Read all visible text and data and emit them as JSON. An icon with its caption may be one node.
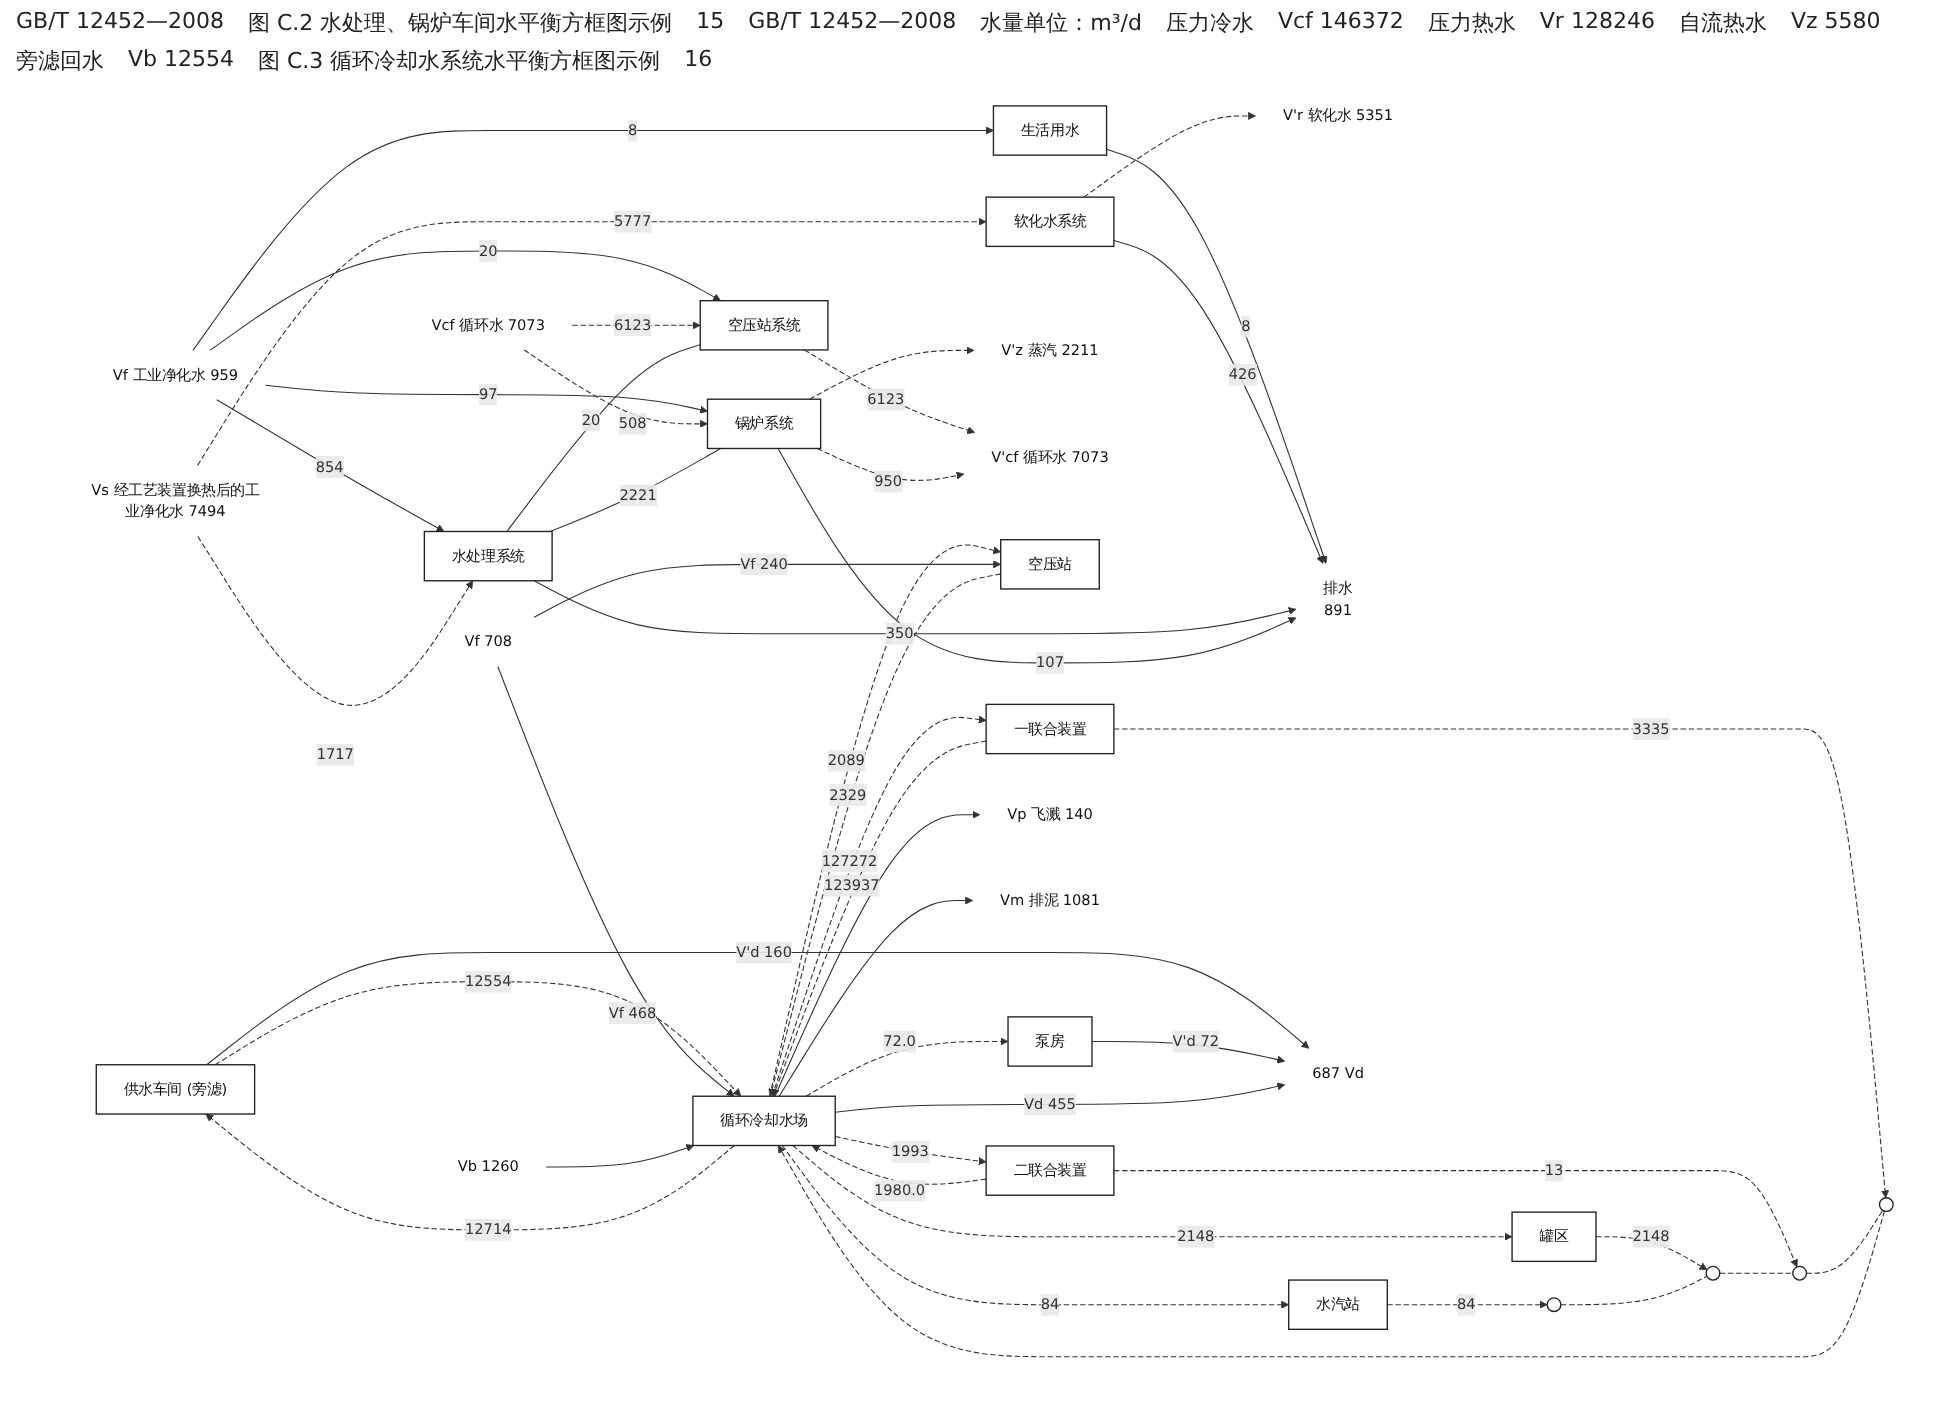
{
  "diagram": {
    "nodes": [
      {
        "text": [
          "生活用水"
        ]
      },
      {
        "text": [
          "软化水系统"
        ]
      },
      {
        "text": [
          "空压站系统"
        ]
      },
      {
        "text": [
          "水处理系统"
        ]
      },
      {
        "text": [
          "锅炉系统"
        ]
      },
      {
        "text": [
          "Vf 工业净化水 959"
        ]
      },
      {
        "text": [
          "Vs 经工艺装置换热后的工业净化水 7494"
        ]
      },
      {
        "text": [
          "Vcf 循环水 7073"
        ]
      },
      {
        "text": [
          "V'z 蒸汽 2211"
        ]
      },
      {
        "text": [
          "V'cf 循环水 7073"
        ]
      },
      {
        "text": [
          "V'r 软化水 5351"
        ]
      },
      {
        "text": [
          "排水"
        ],
        "beside": [
          "891"
        ]
      },
      {
        "text": [
          "供水车间 (旁滤)"
        ]
      },
      {
        "text": [
          "空压站"
        ]
      },
      {
        "text": [
          "水汽站"
        ]
      },
      {
        "text": [
          "罐区"
        ]
      },
      {
        "text": [
          "泵房"
        ]
      },
      {
        "text": [
          "二联合装置"
        ]
      },
      {
        "text": [
          "一联合装置"
        ]
      },
      {
        "text": [
          "循环冷却水场"
        ]
      },
      {
        "text": [],
        "shape": "circle"
      },
      {
        "text": [],
        "shape": "circle"
      },
      {
        "text": [],
        "shape": "circle"
      },
      {
        "text": [],
        "shape": "circle"
      },
      {
        "text": [
          "Vf 708"
        ]
      },
      {
        "text": [
          "Vb 1260"
        ]
      },
      {
        "text": [
          "687 Vd"
        ]
      },
      {
        "text": [
          "Vp 飞溅 140"
        ]
      },
      {
        "text": [
          "Vm 排泥 1081"
        ]
      }
    ],
    "edges": [
      {
        "from": 5,
        "to": 0,
        "arrow": "to",
        "label": "8"
      },
      {
        "from": 5,
        "to": 2,
        "arrow": "to",
        "label": "20"
      },
      {
        "from": 5,
        "to": 3,
        "arrow": "to",
        "label": "854"
      },
      {
        "from": 5,
        "to": 4,
        "arrow": "to",
        "label": "97"
      },
      {
        "from": 6,
        "to": 1,
        "arrow": "to",
        "label": "5777",
        "style": "dashed"
      },
      {
        "from": 6,
        "to": 3,
        "arrow": "to",
        "label": "1717",
        "style": "dashed"
      },
      {
        "from": 7,
        "to": 2,
        "arrow": "to",
        "label": "6123",
        "style": "dashed"
      },
      {
        "from": 7,
        "to": 4,
        "arrow": "to",
        "label": "508",
        "style": "dashed"
      },
      {
        "from": 3,
        "to": 2,
        "arrow": "none",
        "label": "20"
      },
      {
        "from": 3,
        "to": 4,
        "arrow": "none",
        "label": "2221"
      },
      {
        "from": 0,
        "to": 11,
        "arrow": "to",
        "label": "8"
      },
      {
        "from": 1,
        "to": 11,
        "arrow": "to",
        "label": "426"
      },
      {
        "from": 3,
        "to": 11,
        "arrow": "to",
        "label": "350"
      },
      {
        "from": 4,
        "to": 11,
        "arrow": "to",
        "label": "107"
      },
      {
        "from": 1,
        "to": 10,
        "arrow": "to",
        "style": "dashed"
      },
      {
        "from": 2,
        "to": 9,
        "arrow": "to",
        "label": "6123",
        "style": "dashed"
      },
      {
        "from": 4,
        "to": 9,
        "arrow": "to",
        "label": "950",
        "style": "dashed"
      },
      {
        "from": 4,
        "to": 8,
        "arrow": "to",
        "style": "dashed"
      },
      {
        "from": 19,
        "to": 18,
        "arrow": "to",
        "label": "127272",
        "style": "dashed"
      },
      {
        "from": 19,
        "to": 17,
        "arrow": "to",
        "label": "1993",
        "style": "dashed"
      },
      {
        "from": 19,
        "to": 16,
        "arrow": "to",
        "label": "72.0",
        "style": "dashed"
      },
      {
        "from": 19,
        "to": 15,
        "arrow": "to",
        "label": "2148",
        "style": "dashed"
      },
      {
        "from": 19,
        "to": 14,
        "arrow": "to",
        "label": "84",
        "style": "dashed"
      },
      {
        "from": 19,
        "to": 13,
        "arrow": "to",
        "label": "2089",
        "style": "dashed"
      },
      {
        "from": 19,
        "to": 12,
        "arrow": "to",
        "label": "12714",
        "style": "dashed"
      },
      {
        "from": 18,
        "to": 19,
        "arrow": "to",
        "label": "123937",
        "style": "dashed"
      },
      {
        "from": 17,
        "to": 19,
        "arrow": "to",
        "label": "1980.0",
        "style": "dashed"
      },
      {
        "from": 13,
        "to": 19,
        "arrow": "to",
        "label": "2329",
        "style": "dashed"
      },
      {
        "from": 12,
        "to": 19,
        "arrow": "to",
        "label": "12554",
        "style": "dashed"
      },
      {
        "from": 14,
        "to": 20,
        "arrow": "to",
        "label": "84",
        "style": "dashed"
      },
      {
        "from": 15,
        "to": 21,
        "arrow": "to",
        "label": "2148",
        "style": "dashed"
      },
      {
        "from": 17,
        "to": 22,
        "arrow": "to",
        "label": "13",
        "style": "dashed"
      },
      {
        "from": 18,
        "to": 23,
        "arrow": "to",
        "label": "3335",
        "style": "dashed"
      },
      {
        "from": 20,
        "to": 21,
        "arrow": "none",
        "style": "dashed"
      },
      {
        "from": 21,
        "to": 22,
        "arrow": "none",
        "style": "dashed"
      },
      {
        "from": 22,
        "to": 23,
        "arrow": "none",
        "style": "dashed"
      },
      {
        "from": 23,
        "to": 19,
        "arrow": "to",
        "style": "dashed"
      },
      {
        "from": 24,
        "to": 13,
        "arrow": "to",
        "label": "Vf 240"
      },
      {
        "from": 24,
        "to": 19,
        "arrow": "to",
        "label": "Vf 468"
      },
      {
        "from": 25,
        "to": 19,
        "arrow": "to"
      },
      {
        "from": 12,
        "to": 26,
        "arrow": "to",
        "label": "V'd 160"
      },
      {
        "from": 16,
        "to": 26,
        "arrow": "to",
        "label": "V'd 72"
      },
      {
        "from": 19,
        "to": 26,
        "arrow": "to",
        "label": "Vd 455"
      },
      {
        "from": 19,
        "to": 27,
        "arrow": "to"
      },
      {
        "from": 19,
        "to": 28,
        "arrow": "to"
      }
    ],
    "labels": [
      "GB/T 12452—2008",
      "图 C.2 水处理、锅炉车间水平衡方框图示例",
      "15",
      "GB/T 12452—2008",
      "水量单位：m³/d",
      "压力冷水",
      "Vcf 146372",
      "压力热水",
      "Vr 128246",
      "自流热水",
      "Vz 5580",
      "旁滤回水",
      "Vb 12554",
      "图 C.3 循环冷却水系统水平衡方框图示例",
      "16"
    ]
  }
}
